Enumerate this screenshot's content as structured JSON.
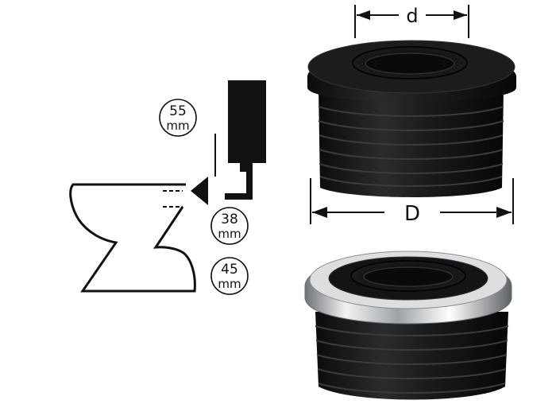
{
  "dimensions": {
    "inner_diameter": "d",
    "outer_diameter": "D"
  },
  "size_badges": [
    {
      "value": "55",
      "unit": "mm"
    },
    {
      "value": "38",
      "unit": "mm"
    },
    {
      "value": "45",
      "unit": "mm"
    }
  ],
  "colors": {
    "rubber": "#141414",
    "rubber_highlight": "#3a3a3a",
    "chrome": "#c9ccd0",
    "line": "#111111"
  }
}
